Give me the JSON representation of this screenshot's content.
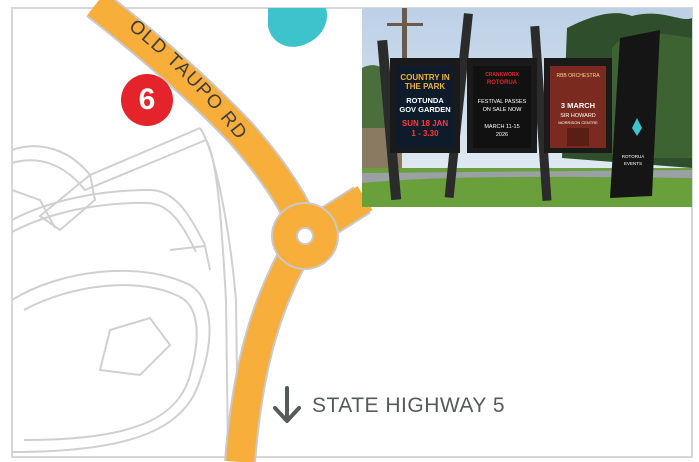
{
  "map": {
    "road_label_old_taupo": "OLD TAUPO RD",
    "marker_number": "6",
    "highway_label": "STATE HIGHWAY 5",
    "colors": {
      "road": "#f8ae3b",
      "road_outline": "#c9c9c9",
      "path_outline": "#d0d0d0",
      "water": "#3cc3cc",
      "marker": "#e4242a",
      "label": "#555a5c"
    }
  },
  "photo": {
    "signs": [
      {
        "lines": [
          "COUNTRY IN",
          "THE PARK",
          "ROTUNDA",
          "GOV GARDEN",
          "SUN 18 JAN",
          "1 - 3.30"
        ]
      },
      {
        "lines": [
          "CRANKWORX",
          "ROTORUA",
          "FESTIVAL PASSES",
          "ON SALE NOW",
          "MARCH 11-15",
          "2026"
        ]
      },
      {
        "lines": [
          "RBB ORCHESTRA",
          "3 MARCH",
          "SIR HOWARD",
          "MORRISON CENTRE"
        ]
      }
    ],
    "totem_lines": [
      "ROTORUA",
      "EVENTS"
    ]
  }
}
